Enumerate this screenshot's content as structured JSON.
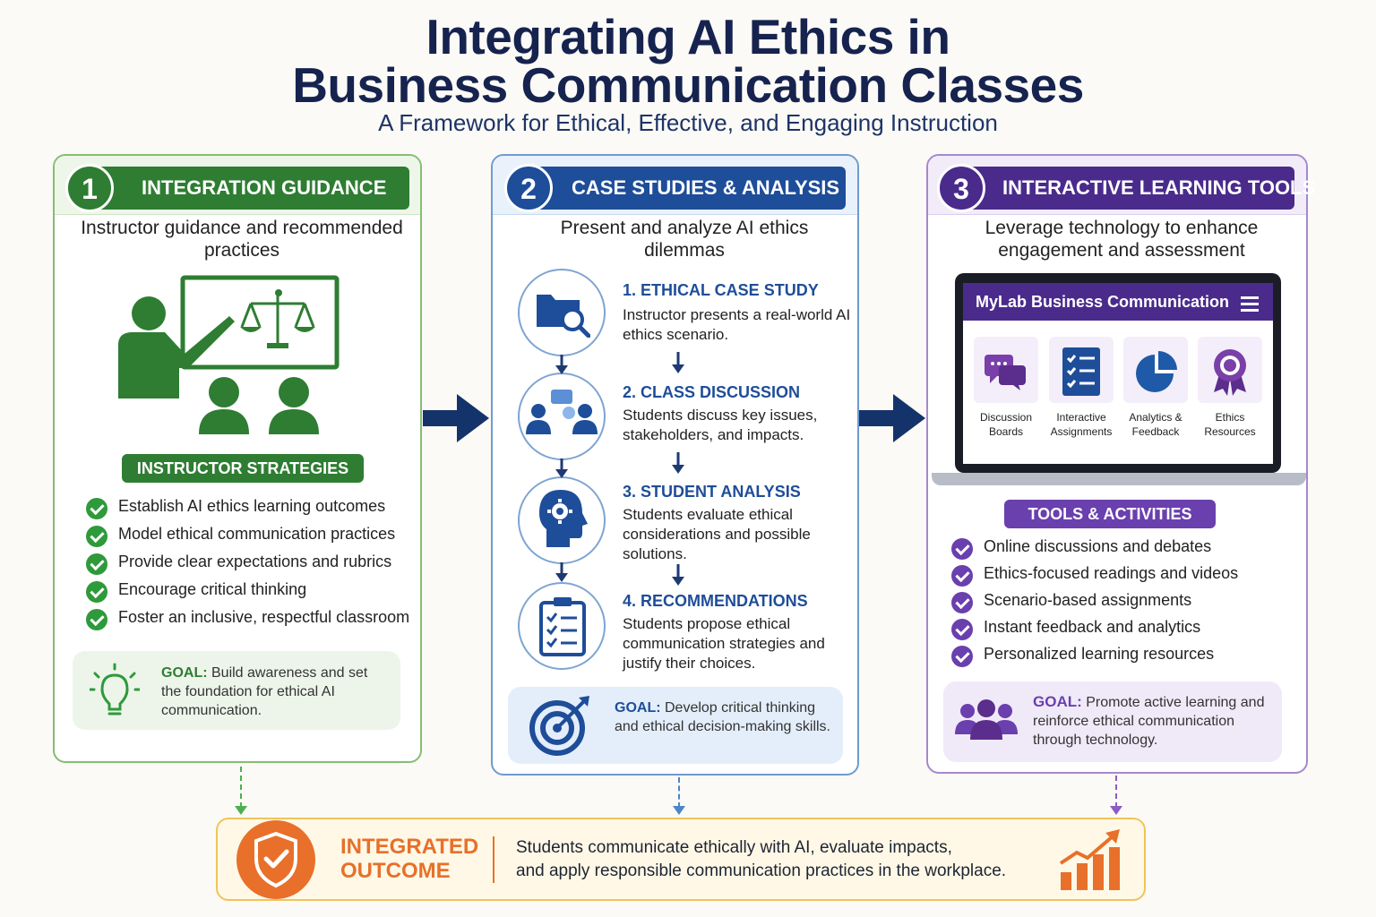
{
  "header": {
    "title_line1": "Integrating AI Ethics in",
    "title_line2": "Business Communication Classes",
    "subtitle": "A Framework for Ethical, Effective, and Engaging Instruction"
  },
  "colors": {
    "green": "#2e7d32",
    "blue": "#1e4d99",
    "purple": "#4a2b8c",
    "orange": "#e8702a",
    "navy": "#16234f"
  },
  "panel1": {
    "number": "1",
    "heading": "INTEGRATION GUIDANCE",
    "intro": "Instructor guidance and recommended practices",
    "icon": "teacher-with-scales-icon",
    "strategies_label": "INSTRUCTOR STRATEGIES",
    "strategies": [
      "Establish AI ethics learning outcomes",
      "Model ethical communication practices",
      "Provide clear expectations and rubrics",
      "Encourage critical thinking",
      "Foster an inclusive, respectful classroom"
    ],
    "goal_label": "GOAL:",
    "goal_text": "Build awareness and set the foundation for ethical AI communication."
  },
  "panel2": {
    "number": "2",
    "heading": "CASE STUDIES & ANALYSIS",
    "intro": "Present and analyze AI ethics dilemmas",
    "steps": [
      {
        "title": "1. ETHICAL CASE STUDY",
        "text": "Instructor presents a real-world AI ethics scenario.",
        "icon": "folder-search-icon"
      },
      {
        "title": "2. CLASS DISCUSSION",
        "text": "Students discuss key issues, stakeholders, and impacts.",
        "icon": "discussion-icon"
      },
      {
        "title": "3. STUDENT ANALYSIS",
        "text": "Students evaluate ethical considerations and possible solutions.",
        "icon": "head-gear-icon"
      },
      {
        "title": "4. RECOMMENDATIONS",
        "text": "Students propose ethical communication strategies and justify their choices.",
        "icon": "clipboard-checklist-icon"
      }
    ],
    "goal_label": "GOAL:",
    "goal_text": "Develop critical thinking and ethical decision-making skills."
  },
  "panel3": {
    "number": "3",
    "heading": "INTERACTIVE LEARNING TOOLS",
    "intro": "Leverage technology to enhance engagement and assessment",
    "app_title": "MyLab Business Communication",
    "tools": [
      {
        "line1": "Discussion",
        "line2": "Boards",
        "icon": "chat-bubbles-icon"
      },
      {
        "line1": "Interactive",
        "line2": "Assignments",
        "icon": "checklist-icon"
      },
      {
        "line1": "Analytics &",
        "line2": "Feedback",
        "icon": "pie-chart-icon"
      },
      {
        "line1": "Ethics",
        "line2": "Resources",
        "icon": "award-ribbon-icon"
      }
    ],
    "activities_label": "TOOLS & ACTIVITIES",
    "activities": [
      "Online discussions and debates",
      "Ethics-focused readings and videos",
      "Scenario-based assignments",
      "Instant feedback and analytics",
      "Personalized learning resources"
    ],
    "goal_label": "GOAL:",
    "goal_text": "Promote active learning and reinforce ethical communication through technology."
  },
  "outcome": {
    "label_line1": "INTEGRATED",
    "label_line2": "OUTCOME",
    "text_line1": "Students communicate ethically with AI, evaluate impacts,",
    "text_line2": "and apply responsible communication practices in the workplace."
  }
}
